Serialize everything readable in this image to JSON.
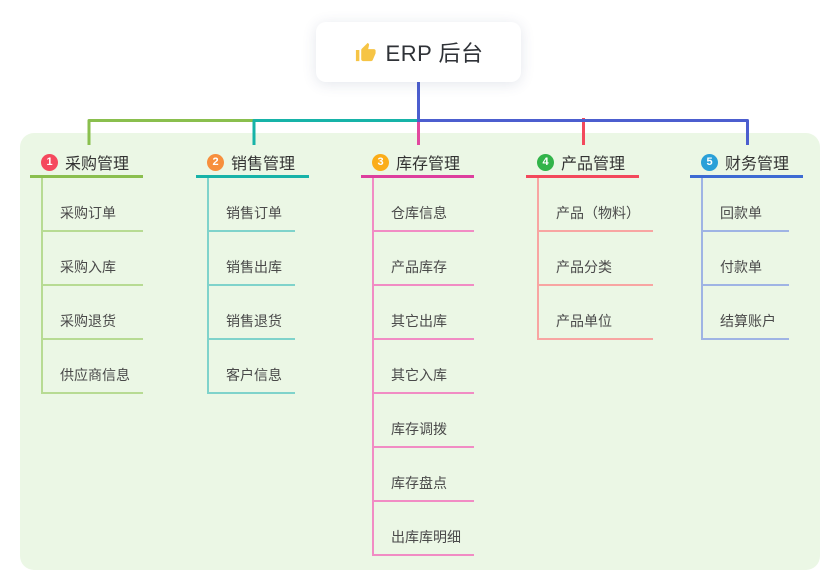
{
  "root": {
    "title": "ERP 后台",
    "icon": "thumbs-up-icon"
  },
  "branches": [
    {
      "index": "1",
      "title": "采购管理",
      "badge_color": "#f5495e",
      "line_color": "#8abf4e",
      "sub_line_color": "#b7db93",
      "connector_color": "#8abf4e",
      "items": [
        "采购订单",
        "采购入库",
        "采购退货",
        "供应商信息"
      ]
    },
    {
      "index": "2",
      "title": "销售管理",
      "badge_color": "#f78f3d",
      "line_color": "#17b3a8",
      "sub_line_color": "#7fd3cb",
      "connector_color": "#17b3a8",
      "items": [
        "销售订单",
        "销售出库",
        "销售退货",
        "客户信息"
      ]
    },
    {
      "index": "3",
      "title": "库存管理",
      "badge_color": "#fbad18",
      "line_color": "#dd3f9e",
      "sub_line_color": "#f18cc4",
      "connector_color": "#e2489f",
      "items": [
        "仓库信息",
        "产品库存",
        "其它出库",
        "其它入库",
        "库存调拨",
        "库存盘点",
        "出库库明细"
      ]
    },
    {
      "index": "4",
      "title": "产品管理",
      "badge_color": "#32b44a",
      "line_color": "#f3495c",
      "sub_line_color": "#f8a5a2",
      "connector_color": "#f3495c",
      "items": [
        "产品（物料）",
        "产品分类",
        "产品单位"
      ]
    },
    {
      "index": "5",
      "title": "财务管理",
      "badge_color": "#2aa0d8",
      "line_color": "#3d6bd3",
      "sub_line_color": "#9fb4e4",
      "connector_color": "#4c5ecf",
      "items": [
        "回款单",
        "付款单",
        "结算账户"
      ]
    }
  ],
  "colors": {
    "canvas_bg": "#ebf7e5",
    "root_connector": "#4c5ecf",
    "card_bg": "#ffffff",
    "root_title_text": "#2f3237",
    "branch_title_text": "#333333",
    "item_text": "#4a4a4a",
    "badge_text": "#ffffff",
    "thumb_icon": "#f6c445"
  }
}
